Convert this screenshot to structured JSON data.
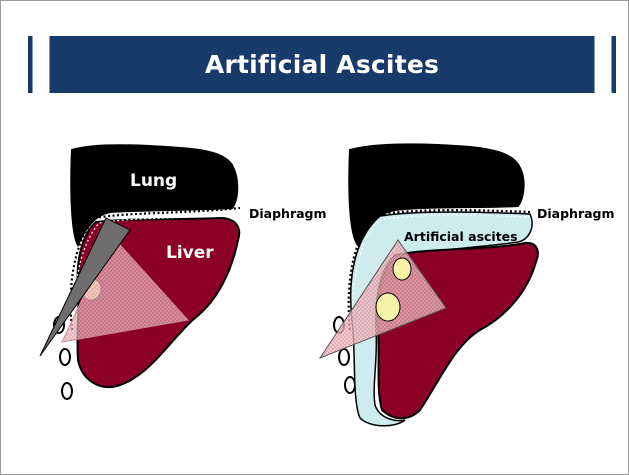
{
  "slide": {
    "title": "Artificial Ascites"
  },
  "left_panel": {
    "lung_label": "Lung",
    "liver_label": "Liver",
    "diaphragm_label": "Diaphragm"
  },
  "right_panel": {
    "ascites_label": "Artificial ascites",
    "diaphragm_label": "Diaphragm"
  },
  "colors": {
    "title_bar": "#173a6a",
    "lung": "#000000",
    "liver": "#8c0028",
    "ascites": "#cdeceb",
    "tumor": "#f7f3a6",
    "ablation_zone": "#f2b8c0",
    "probe": "#6e6e6e"
  }
}
